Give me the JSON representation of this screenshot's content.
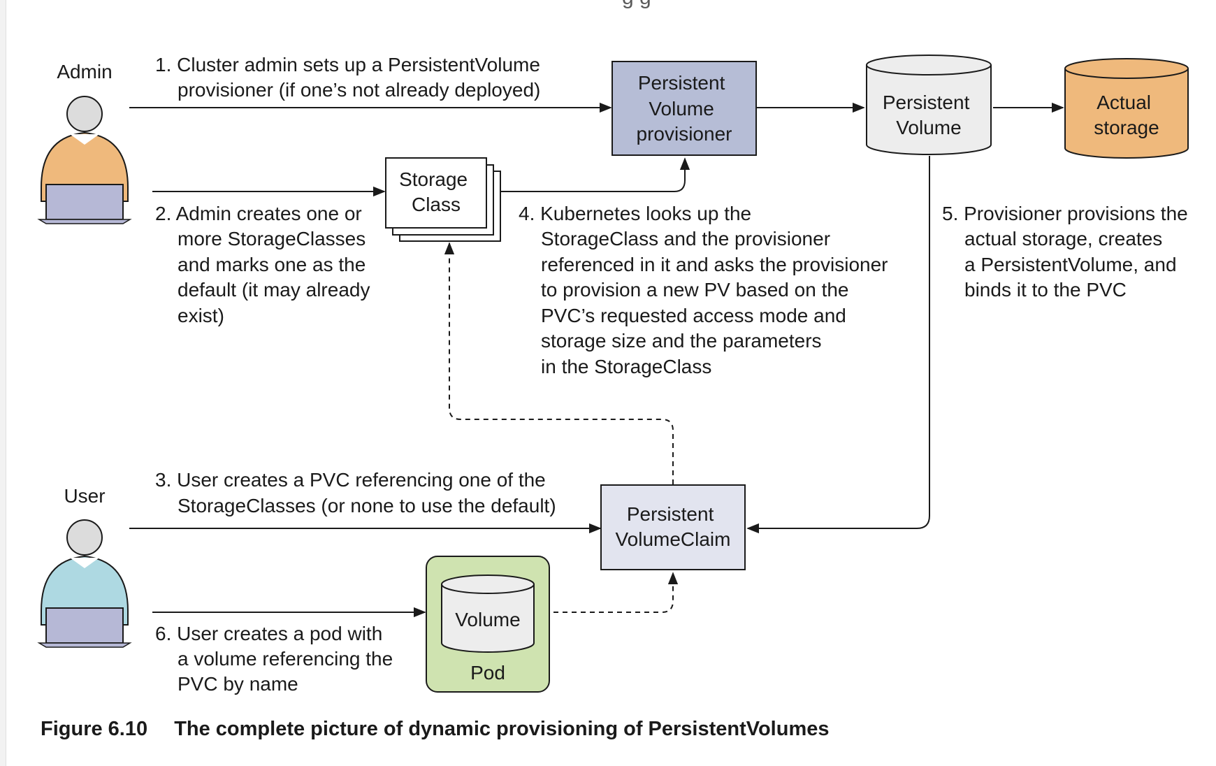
{
  "top_heading_fragment": "g        g",
  "actors": {
    "admin": {
      "label": "Admin",
      "shirt_color": "#efb97c"
    },
    "user": {
      "label": "User",
      "shirt_color": "#aed9e2"
    }
  },
  "boxes": {
    "pv_provisioner": {
      "lines": [
        "Persistent",
        "Volume",
        "provisioner"
      ],
      "fill": "#b6bdd6"
    },
    "persistent_volume": {
      "lines": [
        "Persistent",
        "Volume"
      ],
      "fill": "#ededed"
    },
    "actual_storage": {
      "lines": [
        "Actual",
        "storage"
      ],
      "fill": "#efb97c"
    },
    "storage_class": {
      "lines": [
        "Storage",
        "Class"
      ],
      "fill": "#ffffff"
    },
    "pvc": {
      "lines": [
        "Persistent",
        "VolumeClaim"
      ],
      "fill": "#e2e4ef"
    },
    "pod": {
      "label": "Pod",
      "fill": "#cfe3b0"
    },
    "pod_volume": {
      "label": "Volume",
      "fill": "#ededed"
    }
  },
  "steps": {
    "step1": [
      "1. Cluster admin sets up a PersistentVolume",
      "provisioner (if one’s not already deployed)"
    ],
    "step2": [
      "2. Admin creates one or",
      "more StorageClasses",
      "and marks one as the",
      "default (it may already",
      "exist)"
    ],
    "step3": [
      "3. User creates a PVC referencing one of the",
      "StorageClasses (or none to use the default)"
    ],
    "step4": [
      "4. Kubernetes looks up the",
      "StorageClass and the provisioner",
      "referenced in it and asks the provisioner",
      "to provision a new PV based on the",
      "PVC’s requested access mode and",
      "storage size and the parameters",
      "in the StorageClass"
    ],
    "step5": [
      "5. Provisioner provisions the",
      "actual storage, creates",
      "a PersistentVolume, and",
      "binds it to the PVC"
    ],
    "step6": [
      "6. User creates a pod with",
      "a volume referencing the",
      "PVC by name"
    ]
  },
  "caption": {
    "figure": "Figure 6.10",
    "text": "The complete picture of dynamic provisioning of PersistentVolumes"
  },
  "colors": {
    "line": "#1a1a1a",
    "laptop": "#b6b8d6",
    "head": "#dcdcdc",
    "caption": "#5a5a5a"
  }
}
